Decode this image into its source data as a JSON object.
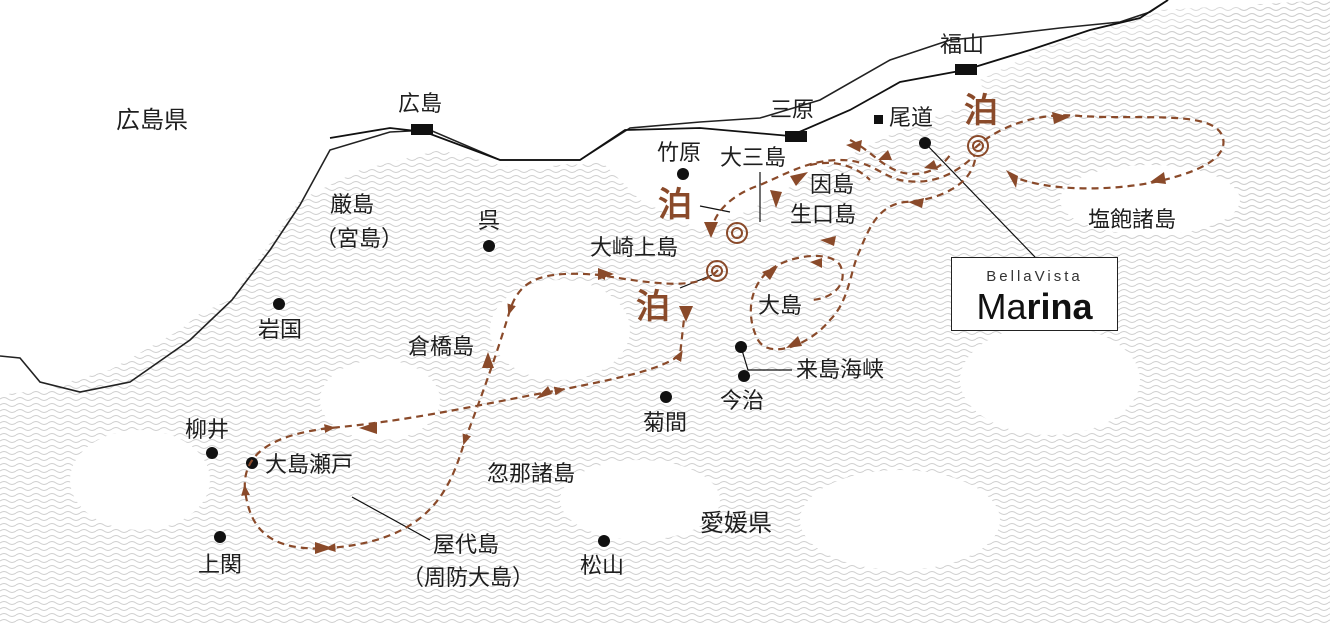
{
  "regions": {
    "hiroshima": "広島県",
    "ehime": "愛媛県"
  },
  "stations": {
    "fukuyama": "福山",
    "hiroshima": "広島",
    "mihara": "三原"
  },
  "places": {
    "onomichi": "尾道",
    "takehara": "竹原",
    "omishima": "大三島",
    "innoshima": "因島",
    "ikuchijima": "生口島",
    "shiwaku": "塩飽諸島",
    "itsukushima": "厳島",
    "miyajima": "（宮島）",
    "kure": "呉",
    "osakikamijima": "大崎上島",
    "iwakuni": "岩国",
    "kurahashijima": "倉橋島",
    "oshima": "大島",
    "kurushima": "来島海峡",
    "imabari": "今治",
    "kikuma": "菊間",
    "yanai": "柳井",
    "oshimaseto": "大島瀬戸",
    "kutsuna": "忽那諸島",
    "yashiro": "屋代島",
    "suooshima": "（周防大島）",
    "kaminoseki": "上関",
    "matsuyama": "松山"
  },
  "overnight_label": "泊",
  "logo": {
    "line1": "BellaVista",
    "line2_a": "Ma",
    "line2_b": "rina"
  },
  "colors": {
    "route": "#8a4a2a",
    "rail": "#111111",
    "land_pattern": "#cfcfcf",
    "text": "#1e1e1e"
  }
}
